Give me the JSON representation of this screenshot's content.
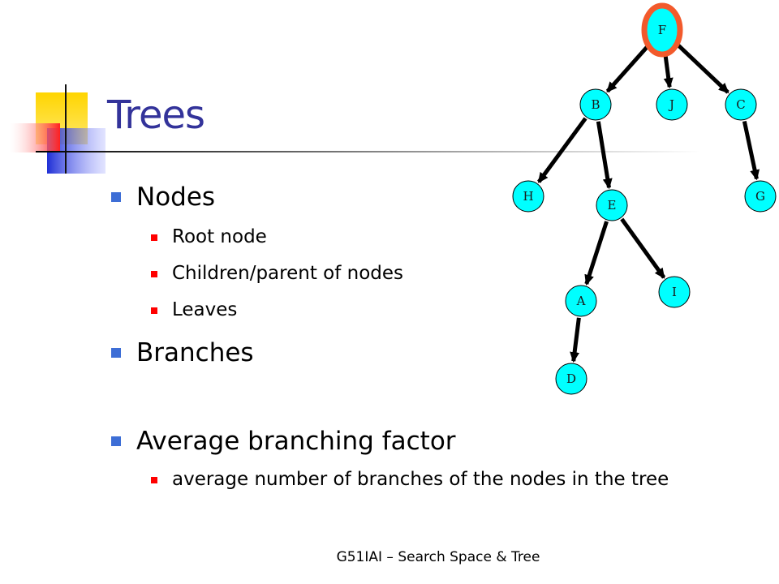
{
  "slide": {
    "title": "Trees",
    "footer": "G51IAI – Search Space & Tree",
    "accent_colors": {
      "title": "#33339a",
      "bullet_level1": "#3d6ed6",
      "bullet_level2": "#ff0000",
      "node_fill": "#00ffff",
      "root_ring": "#f25a2c"
    },
    "bullets": [
      {
        "text": "Nodes",
        "level": 1
      },
      {
        "text": "Root node",
        "level": 2
      },
      {
        "text": "Children/parent of nodes",
        "level": 2
      },
      {
        "text": "Leaves",
        "level": 2
      },
      {
        "text": "Branches",
        "level": 1
      },
      {
        "text": "Average branching factor",
        "level": 1
      },
      {
        "text": "average number of branches of the nodes in the tree",
        "level": 2
      }
    ]
  },
  "tree": {
    "root": "F",
    "nodes": [
      "F",
      "B",
      "J",
      "C",
      "H",
      "E",
      "G",
      "A",
      "I",
      "D"
    ],
    "edges": [
      [
        "F",
        "B"
      ],
      [
        "F",
        "J"
      ],
      [
        "F",
        "C"
      ],
      [
        "B",
        "H"
      ],
      [
        "B",
        "E"
      ],
      [
        "C",
        "G"
      ],
      [
        "E",
        "A"
      ],
      [
        "E",
        "I"
      ],
      [
        "A",
        "D"
      ]
    ]
  }
}
